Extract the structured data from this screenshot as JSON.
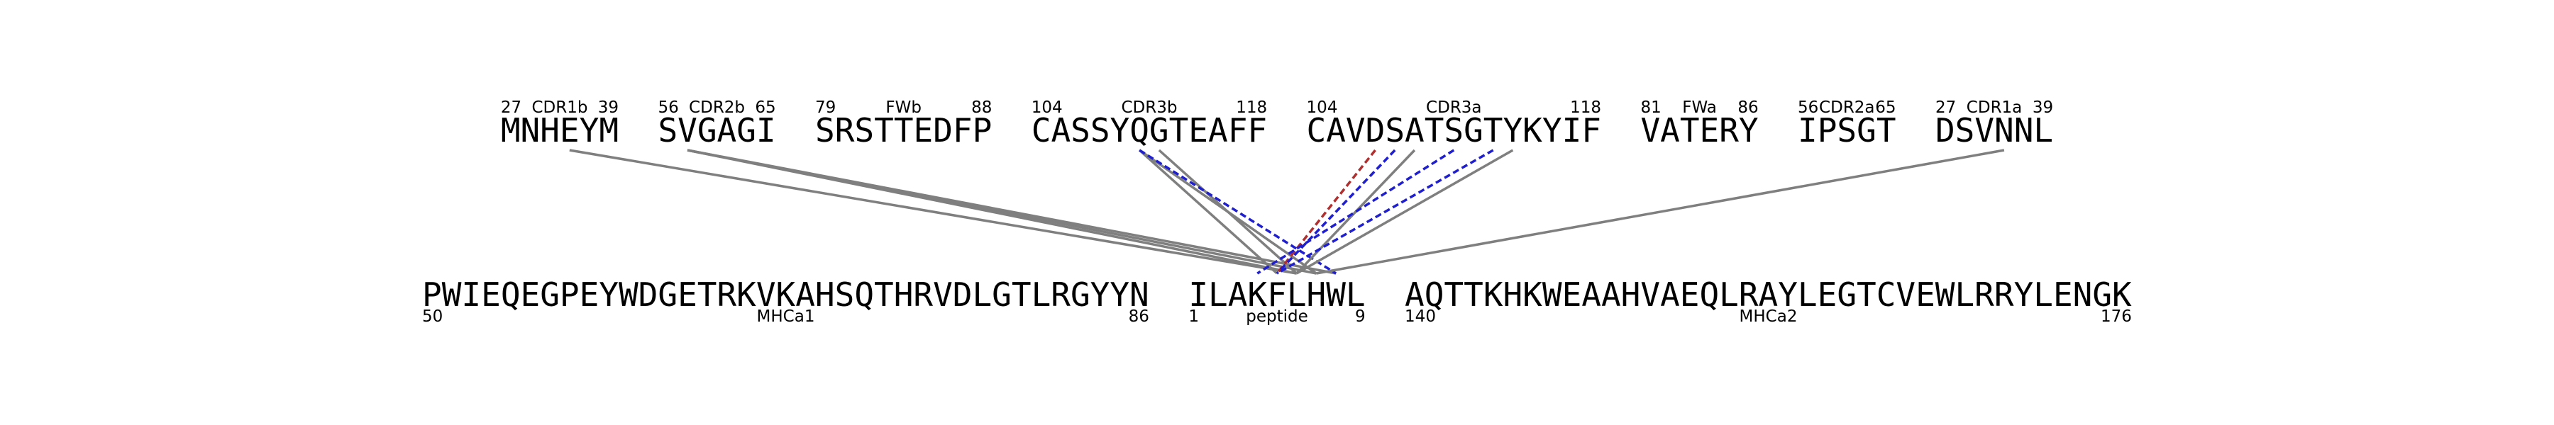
{
  "tcr_segments": [
    {
      "id": "cdr1b",
      "seq": "MNHEYM",
      "label": "CDR1b",
      "start": "27",
      "end": "39"
    },
    {
      "id": "cdr2b",
      "seq": "SVGAGI",
      "label": "CDR2b",
      "start": "56",
      "end": "65"
    },
    {
      "id": "fwb",
      "seq": "SRSTTEDFP",
      "label": "FWb",
      "start": "79",
      "end": "88"
    },
    {
      "id": "cdr3b",
      "seq": "CASSYQGTEAFF",
      "label": "CDR3b",
      "start": "104",
      "end": "118"
    },
    {
      "id": "cdr3a",
      "seq": "CAVDSATSGTYKYIF",
      "label": "CDR3a",
      "start": "104",
      "end": "118"
    },
    {
      "id": "fwa",
      "seq": "VATERY",
      "label": "FWa",
      "start": "81",
      "end": "86"
    },
    {
      "id": "cdr2a",
      "seq": "IPSGT",
      "label": "CDR2a",
      "start": "56",
      "end": "65"
    },
    {
      "id": "cdr1a",
      "seq": "DSVNNL",
      "label": "CDR1a",
      "start": "27",
      "end": "39"
    }
  ],
  "pmhc_segments": [
    {
      "id": "mhca1",
      "seq": "PWIEQEGPEYWDGETRKVKAHSQTHRVDLGTLRGYYN",
      "label": "MHCa1",
      "start": "50",
      "end": "86"
    },
    {
      "id": "peptide",
      "seq": "ILAKFLHWL",
      "label": "peptide",
      "start": "1",
      "end": "9"
    },
    {
      "id": "mhca2",
      "seq": "AQTTKHKWEAAHVAEQLRAYLEGTCVEWLRRYLENGK",
      "label": "MHCa2",
      "start": "140",
      "end": "176"
    }
  ],
  "contacts": [
    {
      "from": "cdr1b",
      "fi": 3,
      "to": "peptide",
      "ti": 5,
      "style": "solid-gray"
    },
    {
      "from": "cdr2b",
      "fi": 1,
      "to": "peptide",
      "ti": 5,
      "style": "solid-gray"
    },
    {
      "from": "cdr2b",
      "fi": 1,
      "to": "peptide",
      "ti": 6,
      "style": "solid-gray"
    },
    {
      "from": "cdr2b",
      "fi": 1,
      "to": "peptide",
      "ti": 7,
      "style": "solid-gray"
    },
    {
      "from": "cdr3b",
      "fi": 5,
      "to": "peptide",
      "ti": 4,
      "style": "solid-gray"
    },
    {
      "from": "cdr3b",
      "fi": 5,
      "to": "peptide",
      "ti": 6,
      "style": "solid-gray"
    },
    {
      "from": "cdr3b",
      "fi": 6,
      "to": "peptide",
      "ti": 5,
      "style": "solid-gray"
    },
    {
      "from": "cdr3b",
      "fi": 5,
      "to": "peptide",
      "ti": 7,
      "style": "blue-dashed"
    },
    {
      "from": "cdr3a",
      "fi": 3,
      "to": "peptide",
      "ti": 4,
      "style": "red-dashed"
    },
    {
      "from": "cdr3a",
      "fi": 4,
      "to": "peptide",
      "ti": 4,
      "style": "blue-dashed"
    },
    {
      "from": "cdr3a",
      "fi": 5,
      "to": "peptide",
      "ti": 5,
      "style": "solid-gray"
    },
    {
      "from": "cdr3a",
      "fi": 7,
      "to": "peptide",
      "ti": 3,
      "style": "blue-dashed"
    },
    {
      "from": "cdr3a",
      "fi": 9,
      "to": "peptide",
      "ti": 4,
      "style": "blue-dashed"
    },
    {
      "from": "cdr3a",
      "fi": 10,
      "to": "peptide",
      "ti": 5,
      "style": "solid-gray"
    },
    {
      "from": "cdr1a",
      "fi": 3,
      "to": "peptide",
      "ti": 6,
      "style": "solid-gray"
    }
  ],
  "colors": {
    "solid-gray": "#7f7f7f",
    "blue-dashed": "#1f1fd0",
    "red-dashed": "#b03030",
    "text": "#000000"
  }
}
